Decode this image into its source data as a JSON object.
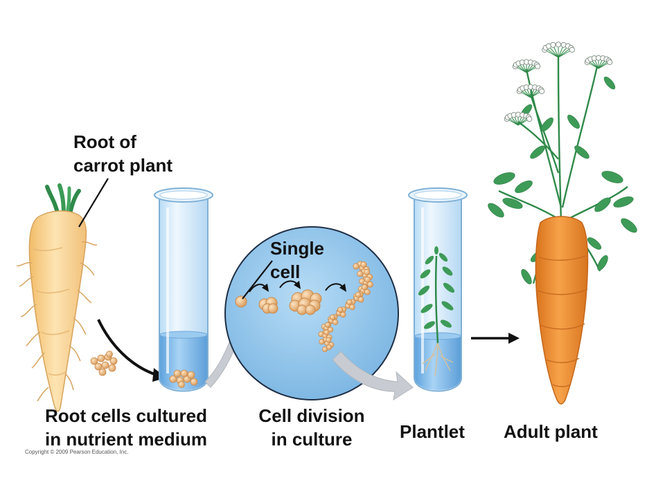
{
  "labels": {
    "root_of_carrot_plant": [
      "Root of",
      "carrot plant"
    ],
    "single_cell": [
      "Single",
      "cell"
    ],
    "root_cells_cultured": [
      "Root cells cultured",
      "in nutrient medium"
    ],
    "cell_division": [
      "Cell division",
      "in culture"
    ],
    "plantlet": "Plantlet",
    "adult_plant": "Adult plant"
  },
  "copyright": "Copyright © 2009 Pearson Education, Inc.",
  "colors": {
    "carrot_pale": "#f6cf86",
    "carrot_orange": "#eb8f2e",
    "leaf_green": "#2f8a4a",
    "tube_glass": "#d7ecfb",
    "medium_blue": "#7fb8e8",
    "circle_blue": "#8fc6ec",
    "cell_tan": "#f0c08a"
  },
  "icons": [
    "carrot-root-icon",
    "test-tube-icon",
    "magnified-circle-icon",
    "plantlet-icon",
    "adult-carrot-icon",
    "flower-umbel-icon"
  ]
}
